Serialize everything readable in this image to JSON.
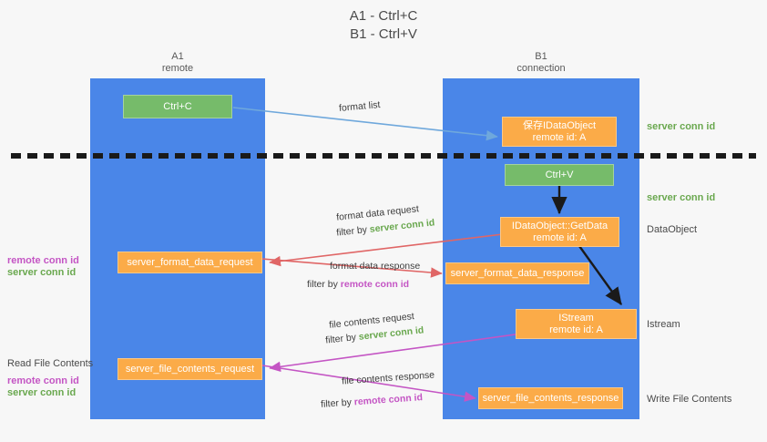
{
  "title": "A1 - Ctrl+C\nB1 - Ctrl+V",
  "lanes": [
    {
      "name": "lane-a",
      "label": "A1\nremote"
    },
    {
      "name": "lane-b",
      "label": "B1\nconnection"
    }
  ],
  "colors": {
    "lane": "#4a86e8",
    "green_box": "#76bb6a",
    "orange_box": "#fbab48",
    "server_conn_id": "#6aa84f",
    "remote_conn_id": "#c455c4",
    "divider": "#1a1a1a",
    "arrow_blue": "#6fa8dc",
    "arrow_red": "#e06666",
    "arrow_magenta": "#c455c4",
    "arrow_dark": "#1a1a1a",
    "background": "#f7f7f7"
  },
  "nodes": {
    "ctrl_c": "Ctrl+C",
    "ctrl_v": "Ctrl+V",
    "save_idataobject": "保存IDataObject\nremote id: A",
    "idataobject_getdata": "IDataObject::GetData\nremote id: A",
    "istream": "IStream\nremote id: A",
    "server_format_data_request": "server_format_data_request",
    "server_format_data_response": "server_format_data_response",
    "server_file_contents_request": "server_file_contents_request",
    "server_file_contents_response": "server_file_contents_response"
  },
  "edge_labels": {
    "format_list": "format list",
    "format_data_request": "format data request",
    "format_data_request_filter_prefix": "filter by ",
    "format_data_request_filter_value": "server conn id",
    "format_data_response": "format data response",
    "format_data_response_filter_prefix": "filter by ",
    "format_data_response_filter_value": "remote conn id",
    "file_contents_request": "file contents request",
    "file_contents_request_filter_prefix": "filter by ",
    "file_contents_request_filter_value": "server conn id",
    "file_contents_response": "file contents response",
    "file_contents_response_filter_prefix": "filter by ",
    "file_contents_response_filter_value": "remote conn id"
  },
  "left_annotations": {
    "format_remote": "remote conn id",
    "format_server": "server conn id",
    "read_file_contents": "Read File Contents",
    "file_remote": "remote conn id",
    "file_server": "server conn id"
  },
  "right_annotations": {
    "server_conn_id_top": "server conn id",
    "server_conn_id_second": "server conn id",
    "dataobject": "DataObject",
    "istream": "Istream",
    "write_file_contents": "Write File Contents"
  }
}
